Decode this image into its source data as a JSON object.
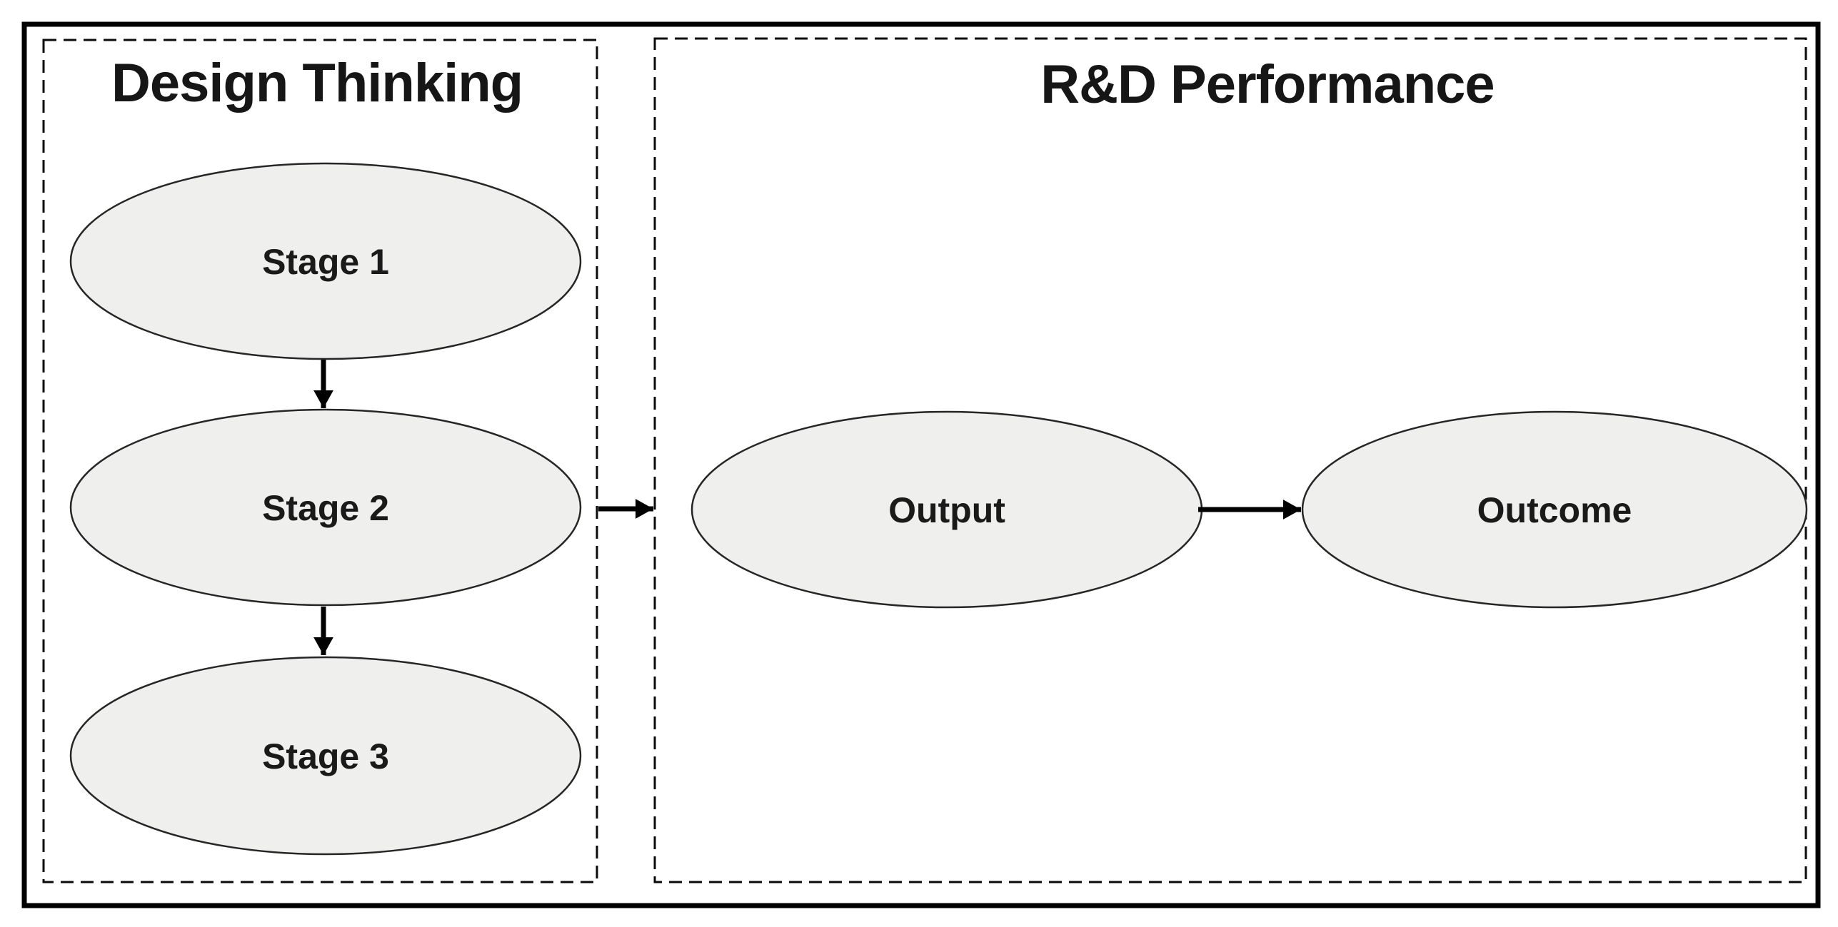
{
  "diagram": {
    "design_thinking": {
      "title": "Design Thinking",
      "stages": [
        {
          "label": "Stage 1"
        },
        {
          "label": "Stage 2"
        },
        {
          "label": "Stage 3"
        }
      ]
    },
    "rd_performance": {
      "title": "R&D Performance",
      "nodes": [
        {
          "label": "Output"
        },
        {
          "label": "Outcome"
        }
      ]
    },
    "edges": [
      {
        "from": "Stage 1",
        "to": "Stage 2"
      },
      {
        "from": "Stage 2",
        "to": "Stage 3"
      },
      {
        "from": "Design Thinking",
        "to": "Output"
      },
      {
        "from": "Output",
        "to": "Outcome"
      }
    ],
    "colors": {
      "node_fill": "#efefee",
      "node_stroke": "#262626",
      "line": "#000000",
      "text": "#161616",
      "background": "#ffffff"
    }
  }
}
